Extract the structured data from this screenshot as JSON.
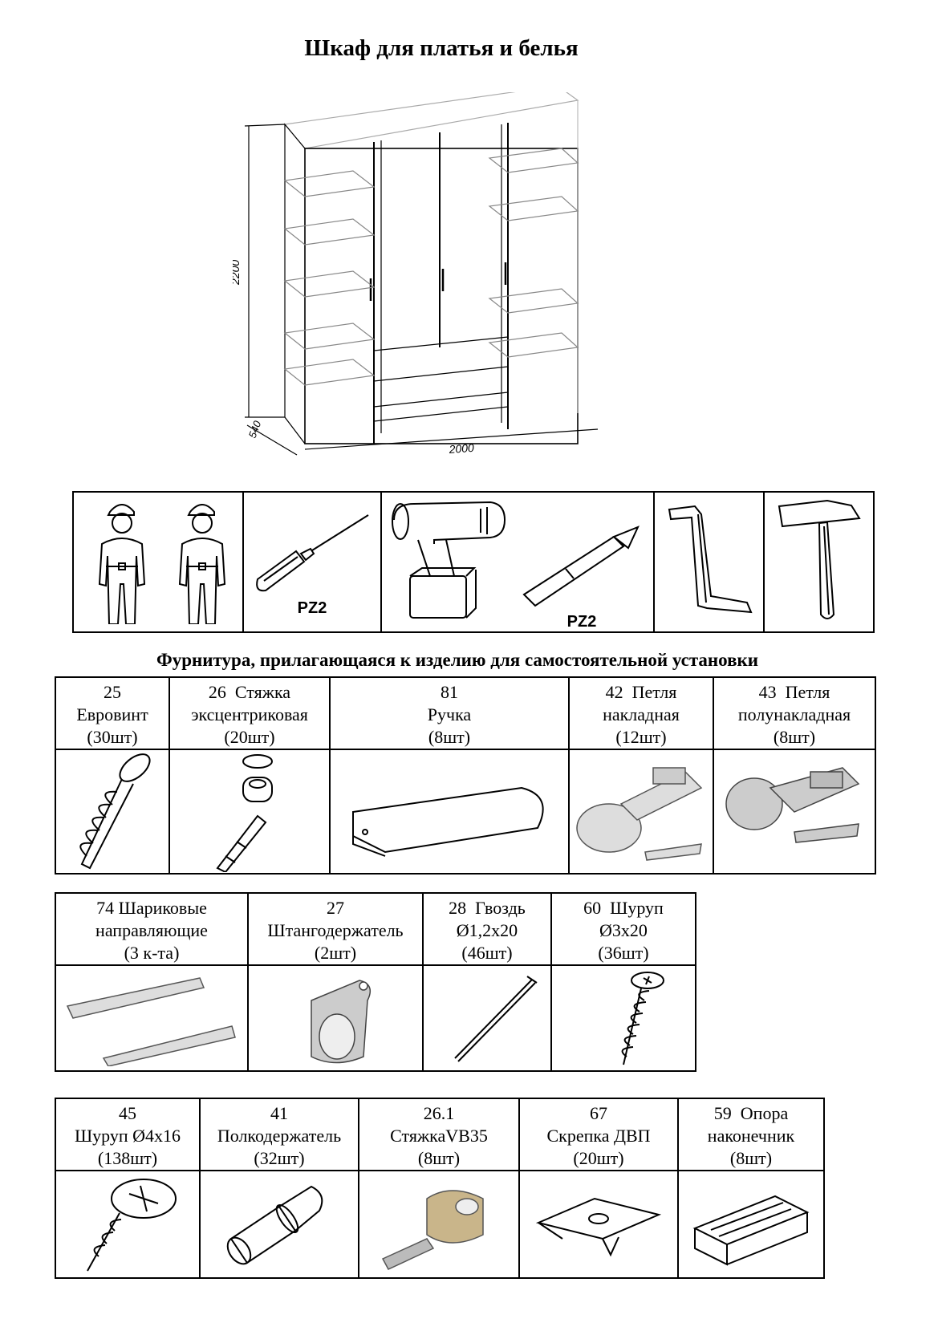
{
  "title": "Шкаф для платья и белья",
  "drawing": {
    "height_label": "2200",
    "depth_label": "540",
    "width_label": "2000"
  },
  "tools": [
    {
      "icon": "two-workers-icon",
      "label": ""
    },
    {
      "icon": "screwdriver-icon",
      "label": "PZ2"
    },
    {
      "icon": "cordless-drill-icon",
      "label": "PZ2"
    },
    {
      "icon": "hex-key-icon",
      "label": ""
    },
    {
      "icon": "hammer-icon",
      "label": ""
    }
  ],
  "hardware_title": "Фурнитура, прилагающаяся к изделию для самостоятельной установки",
  "table1": [
    {
      "label": "25\nЕвровинт\n(30шт)",
      "icon": "euroscrew-icon"
    },
    {
      "label": "26  Стяжка\nэксцентриковая\n(20шт)",
      "icon": "eccentric-tie-icon"
    },
    {
      "label": "81\nРучка\n(8шт)",
      "icon": "handle-icon"
    },
    {
      "label": "42  Петля\nнакладная\n(12шт)",
      "icon": "overlay-hinge-icon"
    },
    {
      "label": "43  Петля\nполунакладная\n(8шт)",
      "icon": "half-overlay-hinge-icon"
    }
  ],
  "table2": [
    {
      "label": "74 Шариковые\nнаправляющие\n(3 к-та)",
      "icon": "ball-slides-icon"
    },
    {
      "label": "27\nШтангодержатель\n(2шт)",
      "icon": "rod-holder-icon"
    },
    {
      "label": "28  Гвоздь\nØ1,2х20\n(46шт)",
      "icon": "nail-icon"
    },
    {
      "label": "60  Шуруп\nØ3х20\n(36шт)",
      "icon": "screw-3x20-icon"
    }
  ],
  "table3": [
    {
      "label": "45\nШуруп Ø4х16\n(138шт)",
      "icon": "screw-4x16-icon"
    },
    {
      "label": "41\nПолкодержатель\n(32шт)",
      "icon": "shelf-support-icon"
    },
    {
      "label": "26.1\nСтяжкаVB35\n(8шт)",
      "icon": "vb35-tie-icon"
    },
    {
      "label": "67\nСкрепка ДВП\n(20шт)",
      "icon": "hdf-clip-icon"
    },
    {
      "label": "59  Опора\nнаконечник\n(8шт)",
      "icon": "foot-tip-icon"
    }
  ]
}
